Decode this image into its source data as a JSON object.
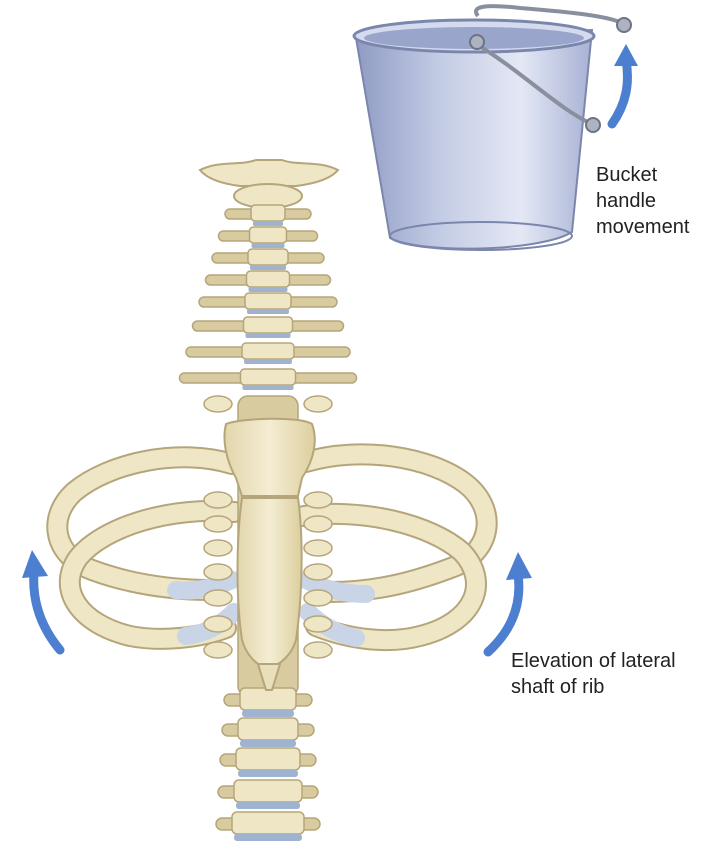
{
  "labels": {
    "bucket": [
      "Bucket",
      "handle",
      "movement"
    ],
    "rib": [
      "Elevation of lateral",
      "shaft of rib"
    ]
  },
  "colors": {
    "bone": "#efe6c6",
    "bone_outline": "#b5a57a",
    "bone_shadow": "#d8cba0",
    "cartilage": "#c9d5e6",
    "disc": "#9fb2cf",
    "bucket_body": "#c3cbe4",
    "bucket_dark": "#8f9bc4",
    "bucket_light": "#e4e8f5",
    "handle": "#8a8fa0",
    "arrow": "#4d7fd1",
    "arrow_dark": "#2f5fae"
  },
  "icons": {
    "arrow": "curved-up-arrow"
  }
}
